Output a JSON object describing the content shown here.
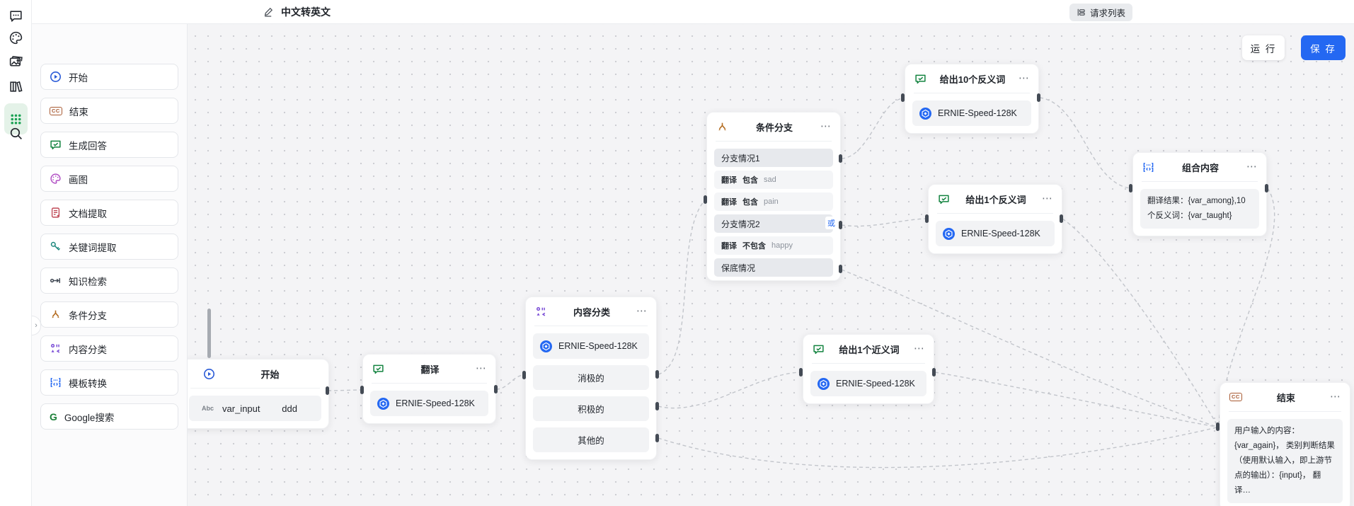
{
  "topbar": {
    "title": "中文转英文",
    "request_list": "请求列表"
  },
  "canvas_actions": {
    "run": "运 行",
    "save": "保 存"
  },
  "sidebar": {
    "items": [
      {
        "label": "开始"
      },
      {
        "label": "结束"
      },
      {
        "label": "生成回答"
      },
      {
        "label": "画图"
      },
      {
        "label": "文档提取"
      },
      {
        "label": "关键词提取"
      },
      {
        "label": "知识检索"
      },
      {
        "label": "条件分支"
      },
      {
        "label": "内容分类"
      },
      {
        "label": "模板转换"
      },
      {
        "label": "Google搜索"
      }
    ]
  },
  "nodes": {
    "start": {
      "title": "开始",
      "var_type": "Abc",
      "var_name": "var_input",
      "var_value": "ddd"
    },
    "translate": {
      "title": "翻译",
      "model": "ERNIE-Speed-128K"
    },
    "classify": {
      "title": "内容分类",
      "model": "ERNIE-Speed-128K",
      "categories": [
        "消极的",
        "积极的",
        "其他的"
      ]
    },
    "branch": {
      "title": "条件分支",
      "case1": "分支情况1",
      "cond1": {
        "field": "翻译",
        "op": "包含",
        "value": "sad"
      },
      "join": "或",
      "cond2": {
        "field": "翻译",
        "op": "包含",
        "value": "pain"
      },
      "case2": "分支情况2",
      "cond3": {
        "field": "翻译",
        "op": "不包含",
        "value": "happy"
      },
      "fallback": "保底情况"
    },
    "antonym10": {
      "title": "给出10个反义词",
      "model": "ERNIE-Speed-128K"
    },
    "antonym1": {
      "title": "给出1个反义词",
      "model": "ERNIE-Speed-128K"
    },
    "synonym1": {
      "title": "给出1个近义词",
      "model": "ERNIE-Speed-128K"
    },
    "combine": {
      "title": "组合内容",
      "content": "翻译结果：{var_among},10个反义词：{var_taught}"
    },
    "end": {
      "title": "结束",
      "content": "用户输入的内容：{var_again}， 类别判断结果（使用默认输入，即上游节点的输出）：{input}， 翻译…"
    }
  },
  "icons": {
    "ellipsis": "⋯",
    "cc": "CC",
    "google": "G",
    "chevron": "›"
  },
  "colors": {
    "accent": "#2468f2",
    "edge": "#c2c5cb",
    "canvas_bg": "#f4f4f6"
  }
}
